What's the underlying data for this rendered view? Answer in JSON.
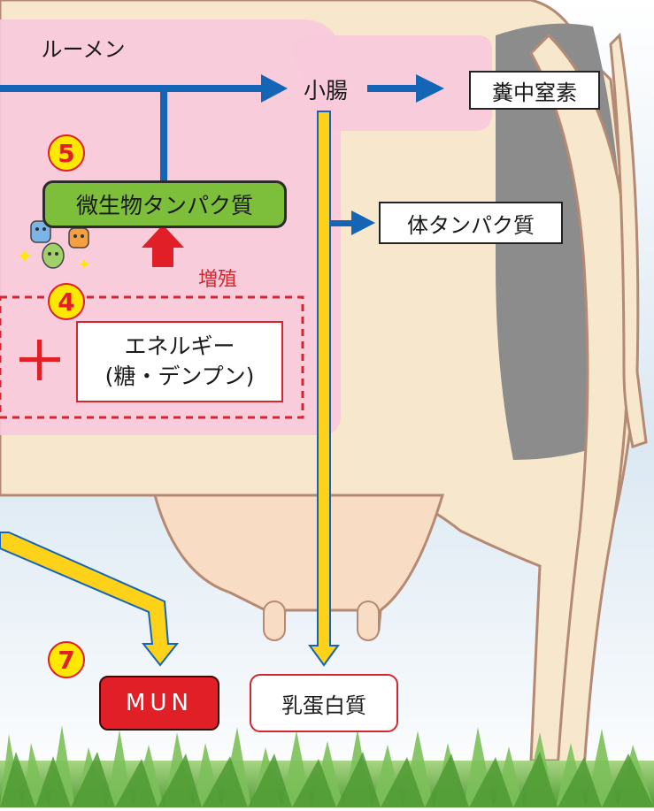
{
  "diagram": {
    "rumen_label": "ルーメン",
    "small_intestine": "小腸",
    "fecal_nitrogen": "糞中窒素",
    "microbial_protein": "微生物タンパク質",
    "body_protein": "体タンパク質",
    "growth": "増殖",
    "energy_line1": "エネルギー",
    "energy_line2": "(糖・デンプン)",
    "plus": "＋",
    "mun": "MUN",
    "milk_protein": "乳蛋白質",
    "numbers": [
      "5",
      "4",
      "7"
    ]
  },
  "colors": {
    "rumen": "#f7cadc",
    "blue_arrow": "#1565b7",
    "yellow_arrow": "#ffd21a",
    "red": "#d3262f",
    "microbe_green": "#7dbe3a",
    "udder_gray": "#8a8a8a",
    "grass": "#6fb24a",
    "sky": "#c9dcec"
  }
}
